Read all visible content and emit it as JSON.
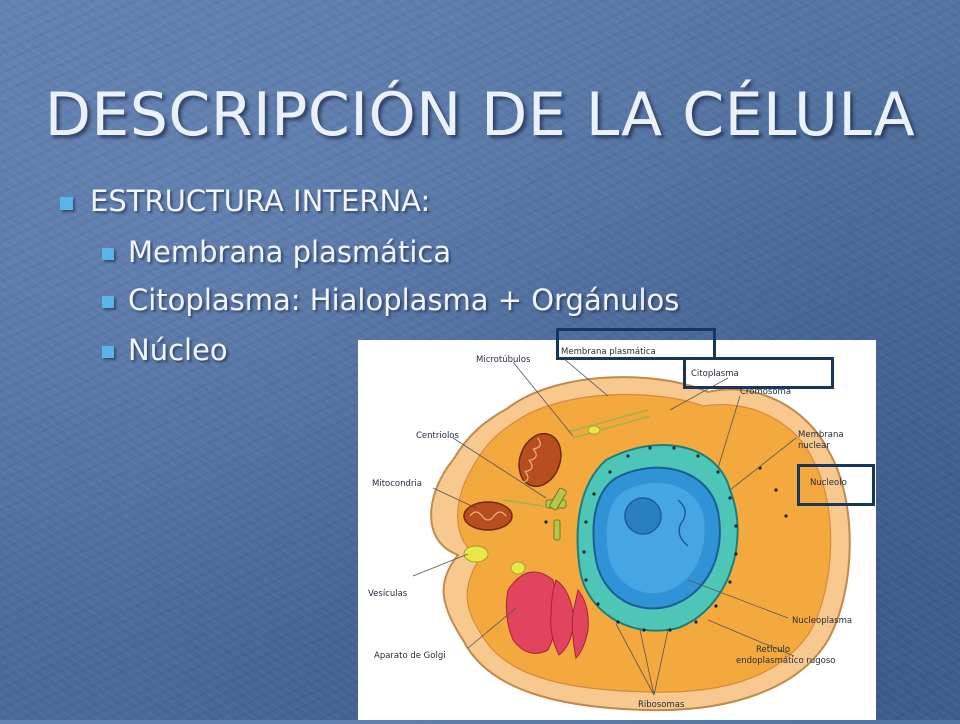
{
  "slide": {
    "title": "DESCRIPCIÓN DE LA CÉLULA",
    "bullets": {
      "level1": "ESTRUCTURA INTERNA:",
      "level2": [
        "Membrana plasmática",
        "Citoplasma: Hialoplasma + Orgánulos",
        "Núcleo"
      ]
    },
    "colors": {
      "background": "#4f6f9e",
      "bullet": "#59b4ea",
      "text": "#f2f5fb",
      "highlight_box": "#17365d"
    }
  },
  "diagram": {
    "labels": {
      "microtubulos": "Microtúbulos",
      "membrana_plasmatica": "Membrana plasmática",
      "citoplasma": "Citoplasma",
      "cromosoma": "Cromosoma",
      "centriolos": "Centriolos",
      "membrana_nuclear_1": "Membrana",
      "membrana_nuclear_2": "nuclear",
      "nucleolo": "Nucleolo",
      "mitocondria": "Mitocondria",
      "vesiculas": "Vesículas",
      "nucleoplasma": "Nucleoplasma",
      "aparato_golgi": "Aparato de Golgi",
      "reticulo_1": "Retículo",
      "reticulo_2": "endoplasmático rugoso",
      "ribosomas": "Ribosomas"
    },
    "highlighted": [
      "Membrana plasmática",
      "Citoplasma",
      "Nucleolo"
    ]
  }
}
